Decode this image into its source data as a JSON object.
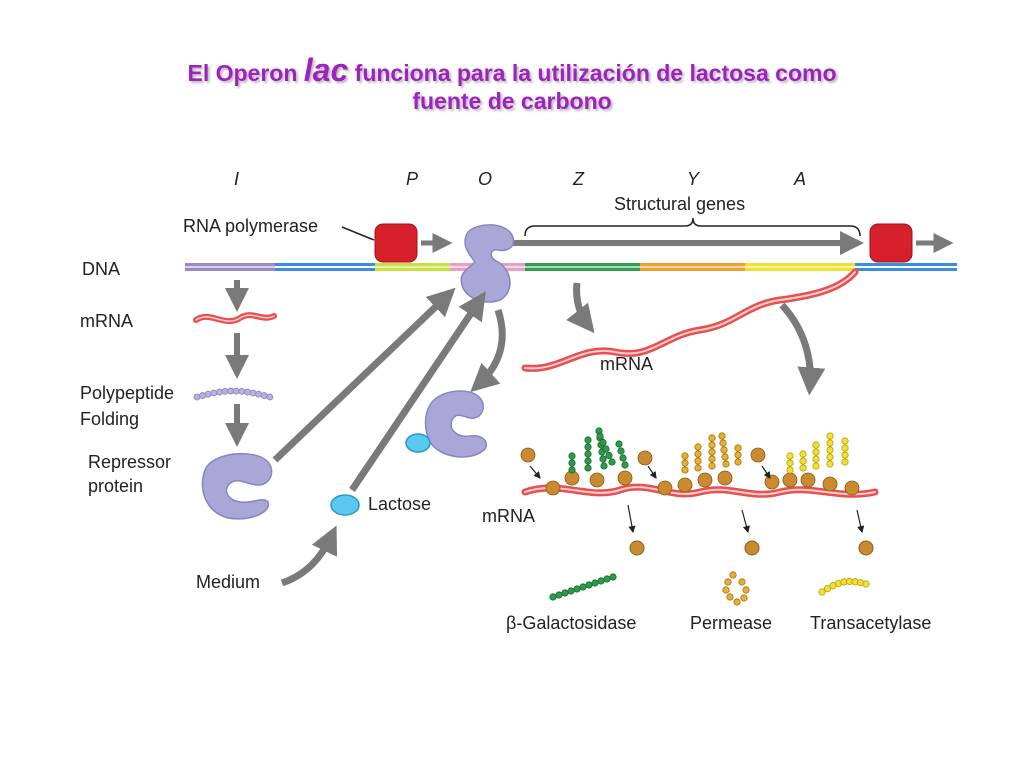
{
  "title": {
    "part1": "El Operon ",
    "italic": "lac",
    "part2": " funciona para la utilización de lactosa como",
    "line2": "fuente de carbono"
  },
  "genes": {
    "i": "I",
    "p": "P",
    "o": "O",
    "z": "Z",
    "y": "Y",
    "a": "A"
  },
  "labels": {
    "rna_polymerase": "RNA polymerase",
    "structural_genes": "Structural genes",
    "dna": "DNA",
    "mrna_left": "mRNA",
    "polypeptide": "Polypeptide",
    "folding": "Folding",
    "repressor_line1": "Repressor",
    "repressor_line2": "protein",
    "lactose": "Lactose",
    "medium": "Medium",
    "mrna_structural": "mRNA",
    "mrna_translation": "mRNA"
  },
  "products": {
    "galactosidase": "β-Galactosidase",
    "permease": "Permease",
    "transacetylase": "Transacetylase"
  },
  "colors": {
    "title": "#a020c0",
    "arrow": "#7a7a7a",
    "polymerase": "#d8202c",
    "repressor": "#a9a6d8",
    "lactose": "#5bc8f0",
    "ribosome": "#c98a30",
    "galactosidase": "#2e9a4a",
    "permease": "#e8b030",
    "transacetylase": "#f0e030",
    "mrna": "#e85050"
  }
}
